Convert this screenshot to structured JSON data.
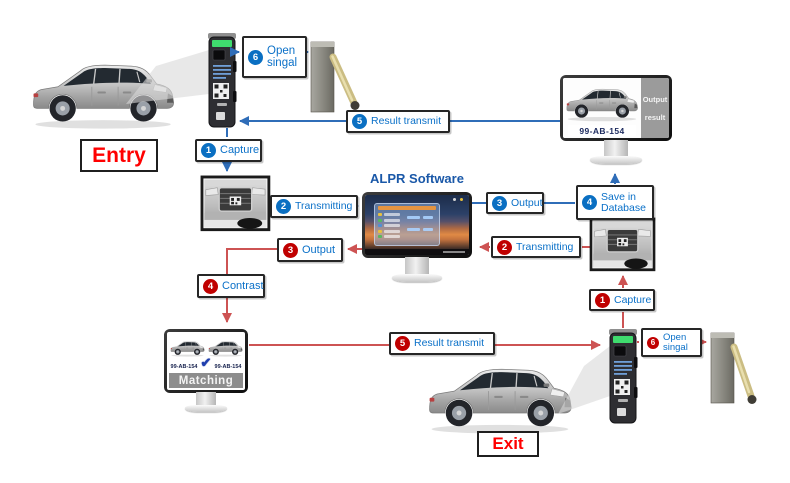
{
  "labels": {
    "entry": "Entry",
    "exit": "Exit",
    "alpr_title": "ALPR Software"
  },
  "entry_flow": {
    "capture": {
      "num": "1",
      "label": "Capture"
    },
    "transmitting": {
      "num": "2",
      "label": "Transmitting"
    },
    "output": {
      "num": "3",
      "label": "Output"
    },
    "save_in_database": {
      "num": "4",
      "label": "Save in Database"
    },
    "result_transmit": {
      "num": "5",
      "label": "Result transmit"
    },
    "open_signal": {
      "num": "6",
      "label": "Open singal"
    }
  },
  "exit_flow": {
    "capture": {
      "num": "1",
      "label": "Capture"
    },
    "transmitting": {
      "num": "2",
      "label": "Transmitting"
    },
    "output": {
      "num": "3",
      "label": "Output"
    },
    "contrast": {
      "num": "4",
      "label": "Contrast"
    },
    "result_transmit": {
      "num": "5",
      "label": "Result transmit"
    },
    "open_signal": {
      "num": "6",
      "label": "Open singal"
    }
  },
  "output_monitor": {
    "panel_line1": "Output",
    "panel_line2": "result",
    "plate": "99-AB-154"
  },
  "matching_monitor": {
    "title": "Matching",
    "plate_left": "99-AB-154",
    "plate_right": "99-AB-154",
    "check_icon": "✔"
  },
  "colors": {
    "entry_accent": "#0a6fc2",
    "exit_accent": "#c00000",
    "entry_line": "#2f6db8",
    "exit_line": "#cd5353",
    "gate_label_red": "#ff0000"
  }
}
